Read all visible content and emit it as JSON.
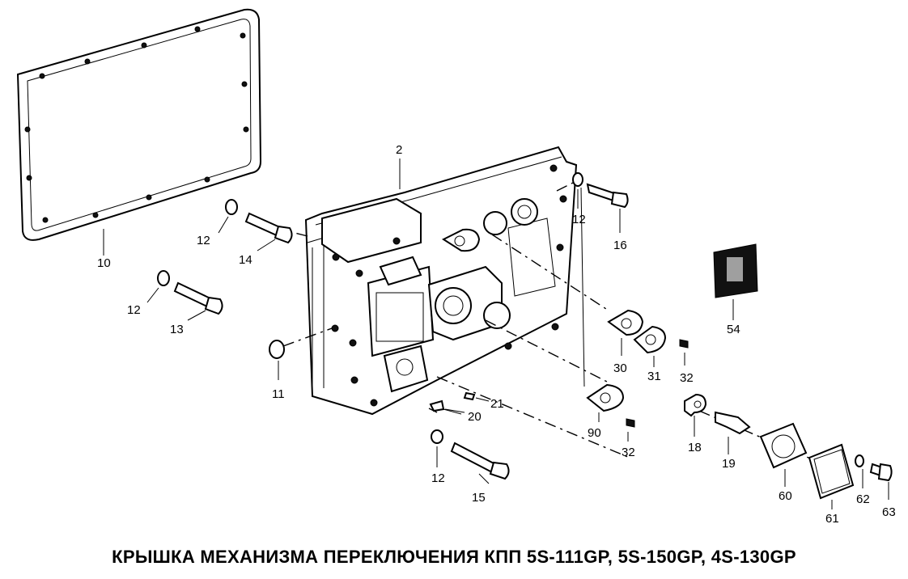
{
  "title": "КРЫШКА МЕХАНИЗМА ПЕРЕКЛЮЧЕНИЯ КПП 5S-111GP, 5S-150GP, 4S-130GP",
  "labels": {
    "p2": "2",
    "p10": "10",
    "p11": "11",
    "p12a": "12",
    "p12b": "12",
    "p12c": "12",
    "p12d": "12",
    "p13": "13",
    "p14": "14",
    "p15": "15",
    "p16": "16",
    "p18": "18",
    "p19": "19",
    "p20": "20",
    "p21": "21",
    "p30": "30",
    "p31": "31",
    "p32a": "32",
    "p32b": "32",
    "p54": "54",
    "p60": "60",
    "p61": "61",
    "p62": "62",
    "p63": "63",
    "p90": "90"
  }
}
